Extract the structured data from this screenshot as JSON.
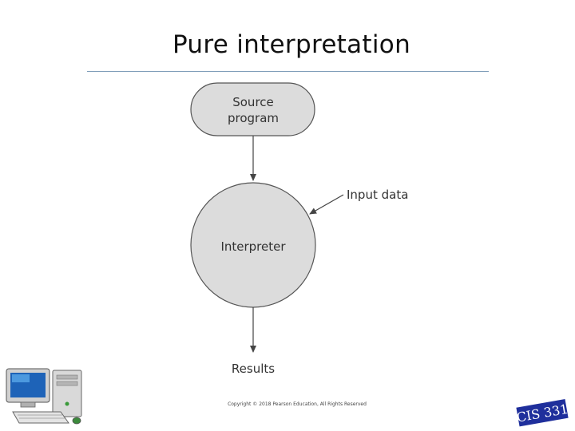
{
  "slide": {
    "title": "Pure interpretation",
    "copyright": "Copyright © 2018 Pearson Education, All Rights Reserved"
  },
  "diagram": {
    "nodes": {
      "source_line1": "Source",
      "source_line2": "program",
      "interpreter": "Interpreter",
      "input": "Input data",
      "results": "Results"
    }
  },
  "badge": {
    "text": "CIS 331"
  },
  "colors": {
    "node_fill": "#dcdcdc",
    "node_stroke": "#555555",
    "arrow": "#444444",
    "title_rule": "#7f9db9",
    "badge_bg": "#1f2f9c"
  }
}
